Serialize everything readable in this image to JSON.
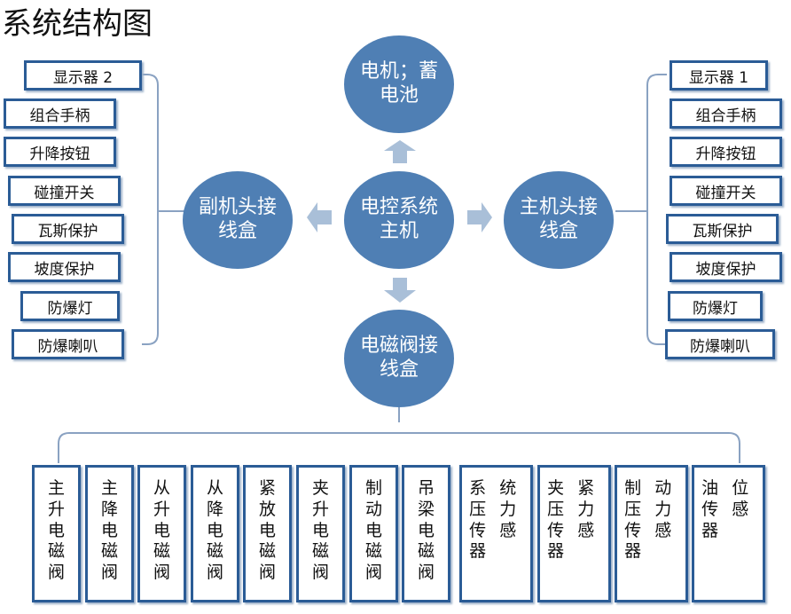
{
  "title": "系统结构图",
  "nodes": {
    "power": "电机；蓄电池",
    "control": "电控系统主机",
    "sub_head": "副机头接线盒",
    "main_head": "主机头接线盒",
    "valve_box": "电磁阀接线盒"
  },
  "left_items": [
    "显示器 2",
    "组合手柄",
    "升降按钮",
    "碰撞开关",
    "瓦斯保护",
    "坡度保护",
    "防爆灯",
    "防爆喇叭"
  ],
  "right_items": [
    "显示器 1",
    "组合手柄",
    "升降按钮",
    "碰撞开关",
    "瓦斯保护",
    "坡度保护",
    "防爆灯",
    "防爆喇叭"
  ],
  "bottom_items": [
    "主升电磁阀",
    "主降电磁阀",
    "从升电磁阀",
    "从降电磁阀",
    "紧放电磁阀",
    "夹升电磁阀",
    "制动电磁阀",
    "吊梁电磁阀",
    "系统压力传感器",
    "夹紧压力传感器",
    "制动压力传感器",
    "油位传感器"
  ],
  "colors": {
    "node": "#4f7fb4",
    "border": "#2b5c96",
    "arrow": "#a9bfd8",
    "line": "#8aa2c2"
  }
}
